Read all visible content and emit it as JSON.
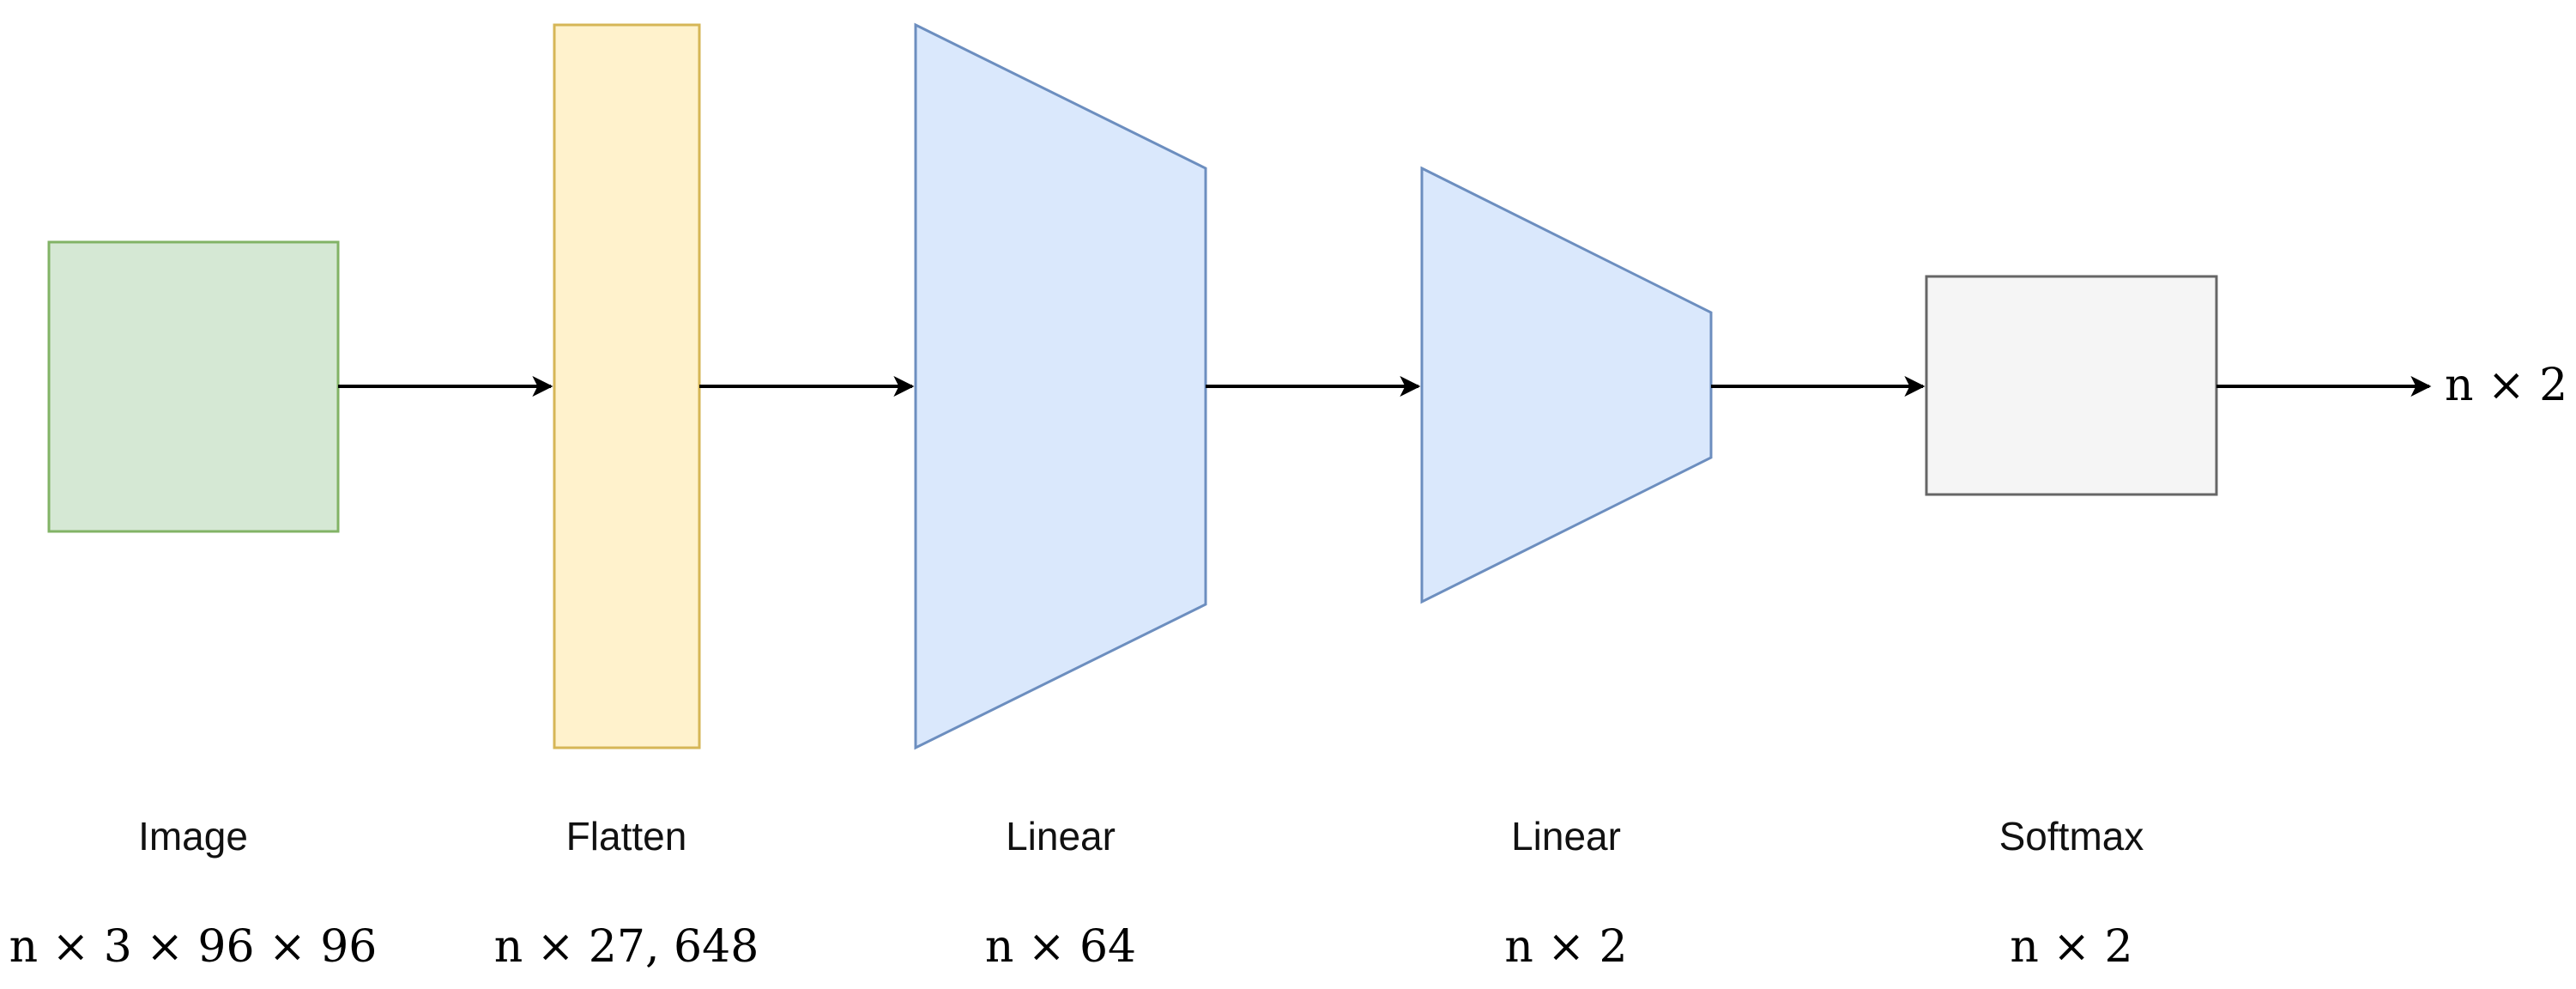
{
  "nodes": [
    {
      "id": "image",
      "label": "Image",
      "shape": "n × 3 × 96 × 96",
      "fill": "#d5e8d4",
      "stroke": "#82b366"
    },
    {
      "id": "flatten",
      "label": "Flatten",
      "shape": "n × 27, 648",
      "fill": "#fff2cc",
      "stroke": "#d6b656"
    },
    {
      "id": "linear-1",
      "label": "Linear",
      "shape": "n × 64",
      "fill": "#dae8fc",
      "stroke": "#6c8ebf"
    },
    {
      "id": "linear-2",
      "label": "Linear",
      "shape": "n × 2",
      "fill": "#dae8fc",
      "stroke": "#6c8ebf"
    },
    {
      "id": "softmax",
      "label": "Softmax",
      "shape": "n × 2",
      "fill": "#f5f5f5",
      "stroke": "#666666"
    }
  ],
  "output": {
    "shape": "n × 2"
  },
  "edge_color": "#000000"
}
